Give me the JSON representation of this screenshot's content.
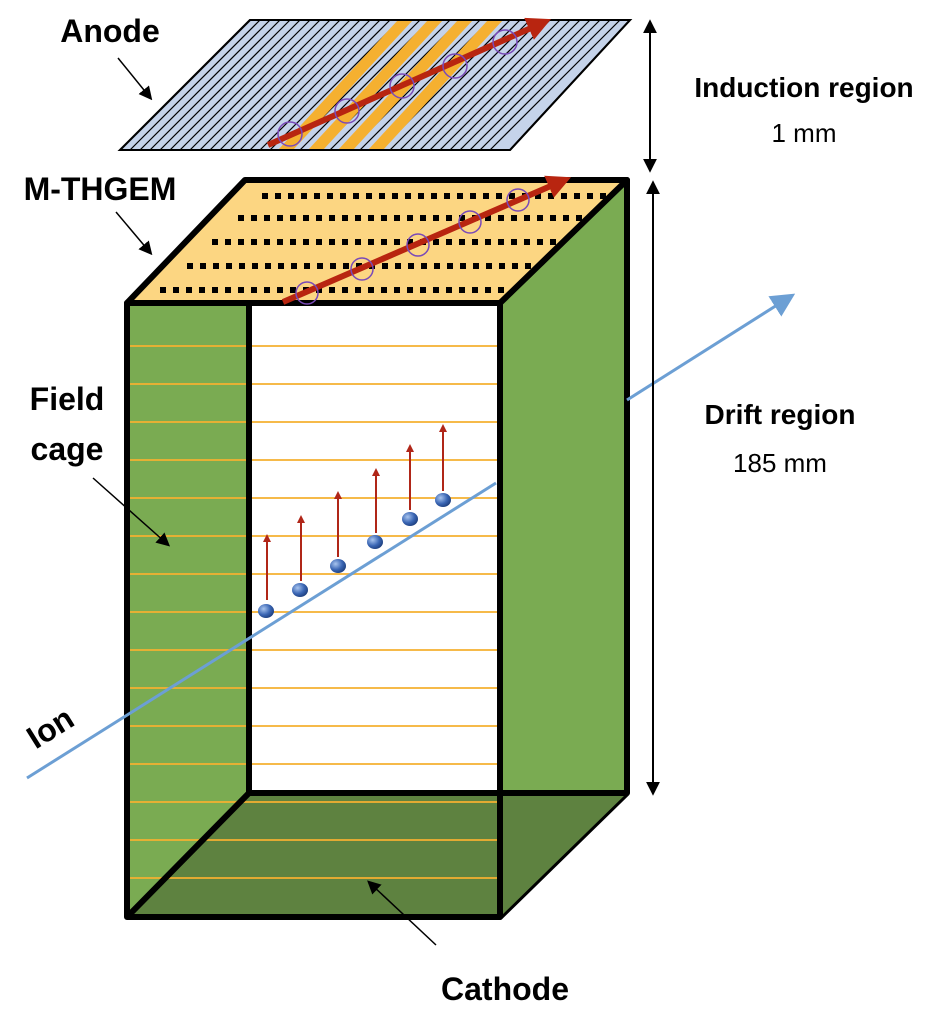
{
  "labels": {
    "anode": "Anode",
    "mthgem": "M-THGEM",
    "field_cage_line1": "Field",
    "field_cage_line2": "cage",
    "cathode": "Cathode",
    "ion": "Ion",
    "induction_region": "Induction region",
    "induction_size": "1 mm",
    "drift_region": "Drift region",
    "drift_size": "185 mm"
  },
  "colors": {
    "field_cage_green": "#7aab52",
    "cathode_green": "#5e8240",
    "mthgem_yellow": "#fcd682",
    "anode_blue": "#c5d3ea",
    "anode_strip_orange": "#f5b030",
    "field_line_orange": "#f5b030",
    "ion_track_blue": "#6c9fd4",
    "drift_arrow_red": "#b02618",
    "track_arrow_red": "#b82510",
    "electron_blue": "#2e5aa8",
    "hit_circle_purple": "#7a4ab8"
  }
}
